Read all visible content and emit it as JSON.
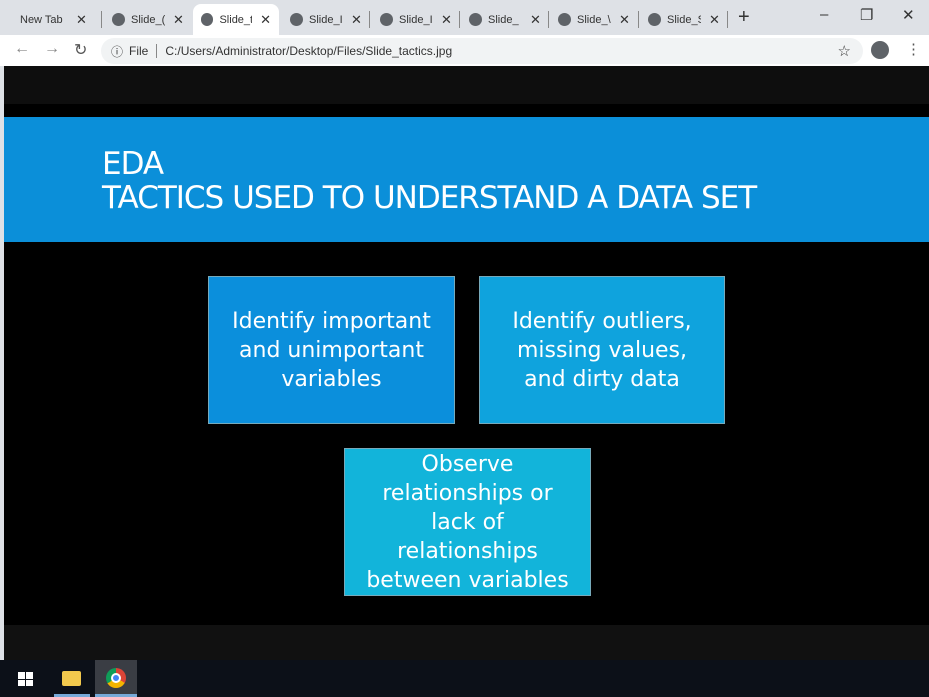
{
  "browser": {
    "tabs": [
      {
        "label": "New Tab",
        "active": false
      },
      {
        "label": "Slide_(",
        "active": false
      },
      {
        "label": "Slide_t",
        "active": true
      },
      {
        "label": "Slide_I",
        "active": false
      },
      {
        "label": "Slide_I",
        "active": false
      },
      {
        "label": "Slide_",
        "active": false
      },
      {
        "label": "Slide_\\",
        "active": false
      },
      {
        "label": "Slide_S",
        "active": false
      }
    ],
    "close_glyph": "✕",
    "new_tab": "+",
    "window": {
      "minimize": "–",
      "restore": "❐",
      "close": "✕"
    },
    "address": {
      "scheme_label": "File",
      "url": "C:/Users/Administrator/Desktop/Files/Slide_tactics.jpg"
    }
  },
  "slide": {
    "title_line1": "EDA",
    "title_line2": "TACTICS USED TO UNDERSTAND A DATA SET",
    "boxes": [
      {
        "text": "Identify important and unimportant variables",
        "color": "#0b8fdc"
      },
      {
        "text": "Identify outliers, missing values, and dirty data",
        "color": "#0fa3dd"
      },
      {
        "text": "Observe relationships or lack of relationships between variables",
        "color": "#12b4da"
      }
    ]
  }
}
